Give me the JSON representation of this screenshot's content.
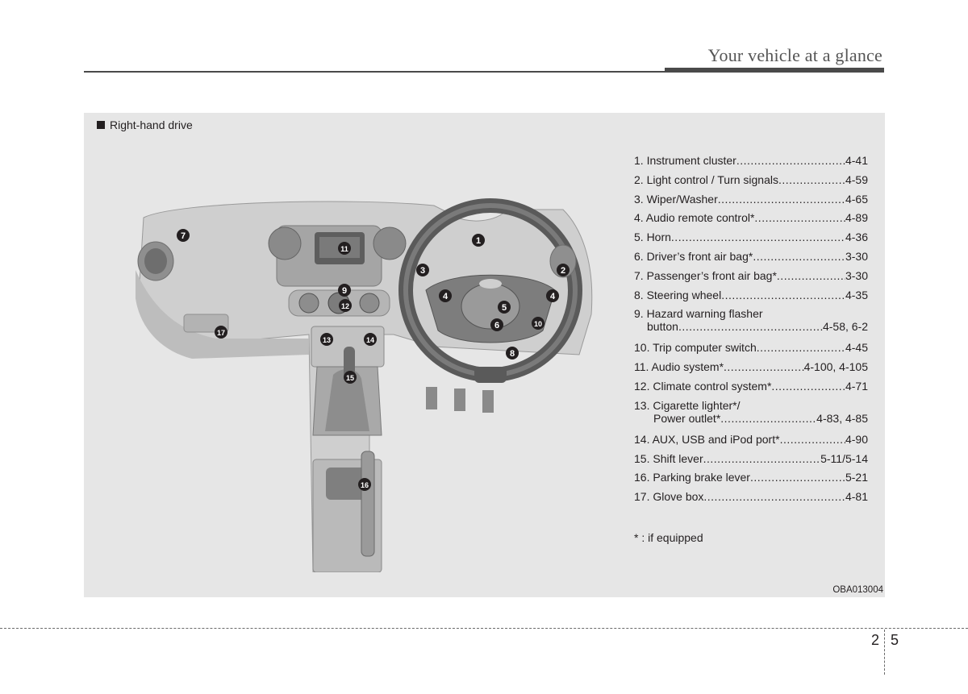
{
  "header": {
    "title": "Your vehicle at a glance"
  },
  "panel": {
    "section_label": "Right-hand drive",
    "figure_code": "OBA013004",
    "callouts": [
      "1",
      "2",
      "3",
      "4",
      "5",
      "6",
      "7",
      "8",
      "9",
      "10",
      "11",
      "12",
      "13",
      "14",
      "15",
      "16",
      "17"
    ],
    "legend": [
      {
        "label": "1. Instrument cluster",
        "page": "4-41"
      },
      {
        "label": "2. Light control / Turn signals",
        "page": "4-59"
      },
      {
        "label": "3. Wiper/Washer",
        "page": "4-65"
      },
      {
        "label": "4. Audio remote control* ",
        "page": "4-89"
      },
      {
        "label": "5. Horn",
        "page": "4-36"
      },
      {
        "label": "6. Driver’s front air bag*",
        "page": "3-30"
      },
      {
        "label": "7. Passenger’s front air bag*",
        "page": "3-30"
      },
      {
        "label": "8. Steering wheel",
        "page": "4-35"
      },
      {
        "label": "9. Hazard warning flasher",
        "label2": "button",
        "page": "4-58, 6-2"
      },
      {
        "label": "10. Trip computer switch",
        "page": "4-45"
      },
      {
        "label": "11. Audio system*",
        "page": "4-100, 4-105"
      },
      {
        "label": "12. Climate control system*",
        "page": "4-71"
      },
      {
        "label": "13. Cigarette lighter*/",
        "label2": "Power outlet*",
        "page": "4-83, 4-85"
      },
      {
        "label": "14. AUX, USB and iPod port*",
        "page": "4-90"
      },
      {
        "label": "15. Shift lever",
        "page": "5-11/5-14"
      },
      {
        "label": "16. Parking brake lever",
        "page": "5-21"
      },
      {
        "label": "17. Glove box",
        "page": "4-81"
      }
    ],
    "footnote": "* : if equipped"
  },
  "footer": {
    "page_section": "2",
    "page_number": "5"
  }
}
